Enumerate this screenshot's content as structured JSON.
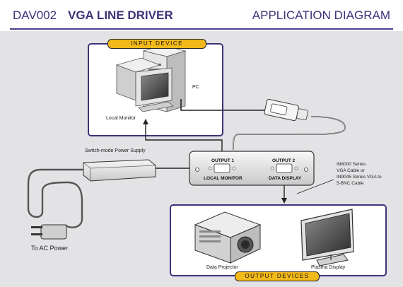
{
  "header": {
    "model": "DAV002",
    "product": "VGA LINE DRIVER",
    "right_title": "APPLICATION DIAGRAM"
  },
  "input_box": {
    "tag": "INPUT DEVICE",
    "pc_label": "PC",
    "monitor_label": "Local Monitor"
  },
  "power": {
    "supply_label": "Switch-mode Power Supply",
    "ac_label": "To AC Power"
  },
  "driver": {
    "output1_label": "OUTPUT 1",
    "output1_sub": "LOCAL MONITOR",
    "output2_label": "OUTPUT 2",
    "output2_sub": "DATA DISPLAY"
  },
  "cable_note": {
    "line1": "IN8000 Series",
    "line2": "VGA Cable or",
    "line3": "IN9045 Series VGA to",
    "line4": "5-BNC Cable"
  },
  "output_box": {
    "tag": "OUTPUT DEVICES",
    "projector_label": "Data Projector",
    "plasma_label": "Plasma Display"
  },
  "colors": {
    "frame": "#3b347a",
    "tag_fill": "#f2b91a",
    "background": "#e3e3e6"
  }
}
